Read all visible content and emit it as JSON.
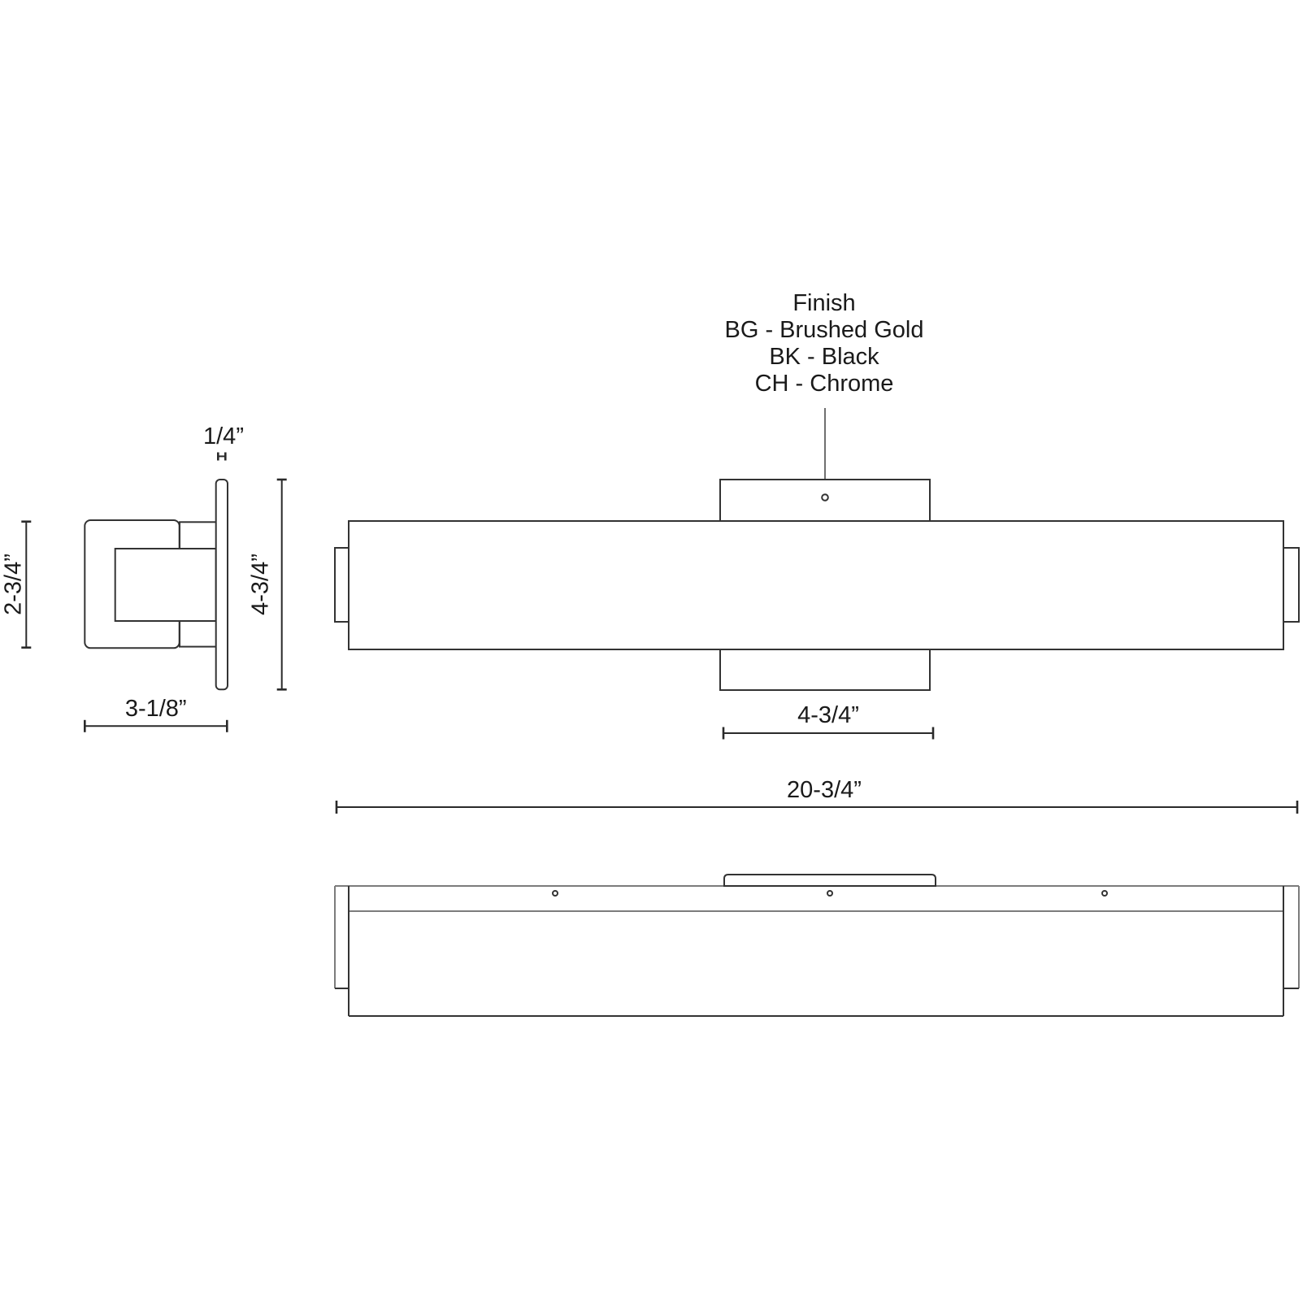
{
  "drawing": {
    "finish_note": {
      "title": "Finish",
      "option_bg": "BG - Brushed Gold",
      "option_bk": "BK - Black",
      "option_ch": "CH - Chrome"
    },
    "dims": {
      "plate_thickness": "1/4”",
      "body_height": "2-3/4”",
      "plate_height": "4-3/4”",
      "backplate_depth": "3-1/8”",
      "canopy_width": "4-3/4”",
      "overall_width": "20-3/4”"
    }
  }
}
